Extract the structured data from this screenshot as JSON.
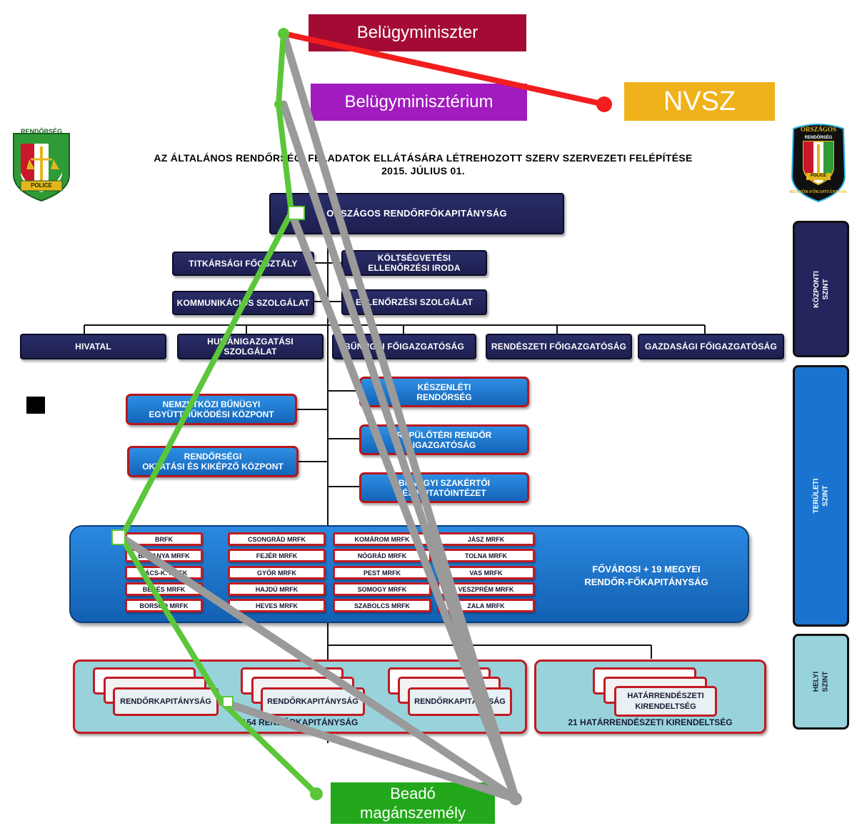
{
  "top": {
    "minister": "Belügyminiszter",
    "ministry": "Belügyminisztérium",
    "nvsz": "NVSZ",
    "submitter_line1": "Beadó",
    "submitter_line2": "magánszemély"
  },
  "title": {
    "line1": "AZ ÁLTALÁNOS RENDŐRSÉGI FELADATOK ELLÁTÁSÁRA LÉTREHOZOTT SZERV SZERVEZETI FELÉPÍTÉSE",
    "line2": "2015. JÚLIUS 01."
  },
  "logo_left": {
    "top_text": "RENDŐRSÉG",
    "bottom_text": "POLICE"
  },
  "logo_right": {
    "ring_top": "ORSZÁGOS",
    "ring_bottom": "RENDŐR-FŐKAPITÁNYSÁG",
    "inner_top": "RENDŐRSÉG",
    "inner_bottom": "POLICE"
  },
  "central": {
    "orfk": "ORSZÁGOS RENDŐRFŐKAPITÁNYSÁG",
    "titkarsagi": "TITKÁRSÁGI FŐOSZTÁLY",
    "koltsegvetesi": "KÖLTSÉGVETÉSI\nELLENŐRZÉSI IRODA",
    "kommunikacios": "KOMMUNIKÁCIÓS SZOLGÁLAT",
    "ellenorzesi": "ELLENŐRZÉSI SZOLGÁLAT",
    "hivatal": "HIVATAL",
    "humanigazgatasi": "HUMÁNIGAZGATÁSI\nSZOLGÁLAT",
    "bunugyi": "BŰNÜGYI FŐIGAZGATÓSÁG",
    "rendeszeti": "RENDÉSZETI FŐIGAZGATÓSÁG",
    "gazdasagi": "GAZDASÁGI FŐIGAZGATÓSÁG"
  },
  "regional": {
    "nemzetkozi": "NEMZETKÖZI BŰNÜGYI\nEGYÜTTMŰKÖDÉSI KÖZPONT",
    "oktatasi": "RENDŐRSÉGI\nOKTATÁSI ÉS KIKÉPZŐ KÖZPONT",
    "keszenleti": "KÉSZENLÉTI\nRENDŐRSÉG",
    "repuloteri": "REPÜLŐTÉRI RENDŐR\nIGAZGATÓSÁG",
    "szakertoi": "BŰNÜGYI SZAKÉRTŐI\nÉS KUTATÓINTÉZET"
  },
  "mrfk": {
    "col1": [
      "BRFK",
      "BARANYA MRFK",
      "BÁCS-K. MRFK",
      "BÉKÉS MRFK",
      "BORSOD MRFK"
    ],
    "col2": [
      "CSONGRÁD MRFK",
      "FEJÉR MRFK",
      "GYŐR MRFK",
      "HAJDÚ MRFK",
      "HEVES MRFK"
    ],
    "col3": [
      "KOMÁROM MRFK",
      "NÓGRÁD MRFK",
      "PEST MRFK",
      "SOMOGY MRFK",
      "SZABOLCS MRFK"
    ],
    "col4": [
      "JÁSZ MRFK",
      "TOLNA MRFK",
      "VAS MRFK",
      "VESZPRÉM MRFK",
      "ZALA MRFK"
    ],
    "label": "FŐVÁROSI + 19 MEGYEI\nRENDŐR-FŐKAPITÁNYSÁG"
  },
  "local": {
    "rk": "RENDŐRKAPITÁNYSÁG",
    "rk_total": "154 RENDŐRKAPITÁNYSÁG",
    "hk": "HATÁRRENDÉSZETI\nKIRENDELTSÉG",
    "hk_total": "21 HATÁRRENDÉSZETI KIRENDELTSÉG"
  },
  "levels": {
    "kozponti": "KÖZPONTI\nSZINT",
    "teruleti": "TERÜLETI\nSZINT",
    "helyi": "HELYI\nSZINT"
  },
  "colors": {
    "minister": "#a30b34",
    "ministry": "#a11bbf",
    "nvsz": "#f0b21a",
    "submitter": "#22a81a",
    "green_line": "#5cc63a",
    "red_line": "#f21e1e",
    "grey_line": "#9a9a9a",
    "navy": "#23255c",
    "blue": "#1a74cf",
    "light": "#98d3dc"
  }
}
